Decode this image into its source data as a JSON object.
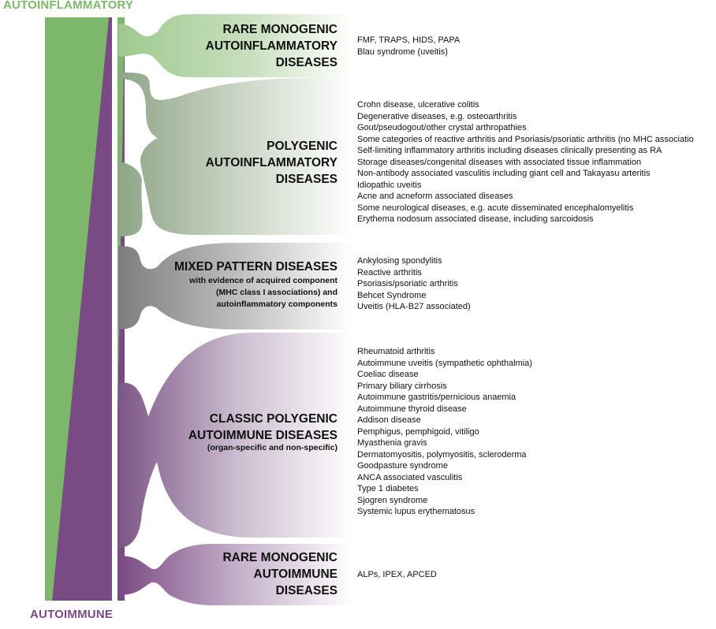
{
  "axis": {
    "top_label": "AUTOINFLAMMATORY",
    "bottom_label": "AUTOIMMUNE",
    "top_color": "#7cb76b",
    "bottom_color": "#7a4a84"
  },
  "categories": [
    {
      "title": "RARE MONOGENIC\nAUTOINFLAMMATORY\nDISEASES",
      "subtitle": "",
      "items": [
        "FMF, TRAPS, HIDS, PAPA",
        "Blau syndrome (uveitis)"
      ]
    },
    {
      "title": "POLYGENIC\nAUTOINFLAMMATORY\nDISEASES",
      "subtitle": "",
      "items": [
        "Crohn disease, ulcerative colitis",
        "Degenerative diseases, e.g. osteoarthritis",
        "Gout/pseudogout/other crystal arthropathies",
        "Some categories of reactive arthritis and Psoriasis/psoriatic arthritis (no MHC associatio",
        "Self-limiting inflammatory arthritis including diseases clinically presenting as RA",
        "Storage diseases/congenital diseases with associated tissue inflammation",
        "Non-antibody associated vasculitis including giant cell and Takayasu arteritis",
        "Idiopathic uveitis",
        "Acne and acneform associated diseases",
        "Some neurological diseases, e.g. acute disseminated encephalomyelitis",
        "Erythema nodosum associated disease, including sarcoidosis"
      ]
    },
    {
      "title": "MIXED PATTERN DISEASES",
      "subtitle": "with evidence of acquired component\n(MHC class I associations) and\nautoinflammatory components",
      "items": [
        "Ankylosing spondylitis",
        "Reactive arthritis",
        "Psoriasis/psoriatic arthritis",
        "Behcet Syndrome",
        "Uveitis (HLA-B27 associated)"
      ]
    },
    {
      "title": "CLASSIC POLYGENIC\nAUTOIMMUNE DISEASES",
      "subtitle": "(organ-specific and non-specific)",
      "items": [
        "Rheumatoid arthritis",
        "Autoimmune uveitis (sympathetic ophthalmia)",
        "Coeliac disease",
        "Primary biliary cirrhosis",
        "Autoimmune gastritis/pernicious anaemia",
        "Autoimmune thyroid disease",
        "Addison disease",
        "Pemphigus, pemphigoid, vitiligo",
        "Myasthenia gravis",
        "Dermatomyositis, polymyositis, scleroderma",
        "Goodpasture syndrome",
        "ANCA associated vasculitis",
        "Type 1 diabetes",
        "Sjogren syndrome",
        "Systemic lupus erythematosus"
      ]
    },
    {
      "title": "RARE MONOGENIC\nAUTOIMMUNE\nDISEASES",
      "subtitle": "",
      "items": [
        "ALPs, IPEX, APCED"
      ]
    }
  ],
  "band_colors": [
    "#9fc98f",
    "#9bb094",
    "#8a8a8a",
    "#9a7aa3",
    "#8a5a94"
  ]
}
